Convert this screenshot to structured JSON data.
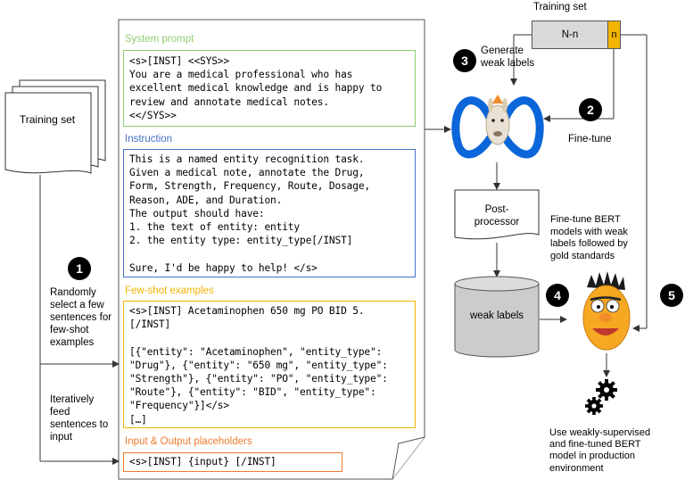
{
  "training_set_left": "Training set",
  "training_set_top": "Training set",
  "split": {
    "main": "N-n",
    "small": "n"
  },
  "sections": {
    "system": {
      "title": "System prompt",
      "lines": [
        "<s>[INST] <<SYS>>",
        "You are a medical professional who has",
        "excellent medical knowledge and is happy to",
        "review and annotate medical notes.",
        "<</SYS>>"
      ]
    },
    "instruction": {
      "title": "Instruction",
      "lines": [
        "This is a named entity recognition task.",
        "Given a medical note, annotate the Drug,",
        "Form, Strength, Frequency, Route, Dosage,",
        "Reason, ADE, and Duration.",
        "The output should have:",
        "1. the text of entity: entity",
        "2. the entity type: entity_type[/INST]",
        "",
        "Sure, I'd be happy to help! </s>"
      ]
    },
    "fewshot": {
      "title": "Few-shot examples",
      "lines": [
        "<s>[INST] Acetaminophen 650 mg PO BID 5.",
        "[/INST]",
        "",
        "[{\"entity\": \"Acetaminophen\", \"entity_type\":",
        "\"Drug\"}, {\"entity\": \"650 mg\", \"entity_type\":",
        "\"Strength\"}, {\"entity\": \"PO\", \"entity_type\":",
        "\"Route\"}, {\"entity\": \"BID\", \"entity_type\":",
        "\"Frequency\"}]</s>",
        "[…]"
      ]
    },
    "io": {
      "title": "Input & Output placeholders",
      "text": "<s>[INST] {input} [/INST]"
    }
  },
  "steps": {
    "s1": {
      "num": "1",
      "text": [
        "Randomly",
        "select a few",
        "sentences for",
        "few-shot",
        "examples"
      ]
    },
    "iter": {
      "text": [
        "Iteratively",
        "feed",
        "sentences to",
        "input"
      ]
    },
    "s2": {
      "num": "2",
      "text": "Fine-tune"
    },
    "s3": {
      "num": "3",
      "text": [
        "Generate",
        "weak labels"
      ]
    },
    "s4": {
      "num": "4"
    },
    "s5": {
      "num": "5"
    },
    "bert_ft": [
      "Fine-tune BERT",
      "models with weak",
      "labels followed by",
      "gold standards"
    ],
    "use": [
      "Use weakly-supervised",
      "and fine-tuned BERT",
      "model in production",
      "environment"
    ]
  },
  "post_processor": [
    "Post-",
    "processor"
  ],
  "weak_labels": "weak labels",
  "colors": {
    "system": "#8fce6e",
    "instruction": "#4472c4",
    "fewshot": "#f2b400",
    "io": "#ed7d31",
    "split_small": "#f2b400",
    "split_main": "#d9d9d9",
    "cylinder": "#cccccc",
    "meta_blue": "#0a66d9"
  }
}
